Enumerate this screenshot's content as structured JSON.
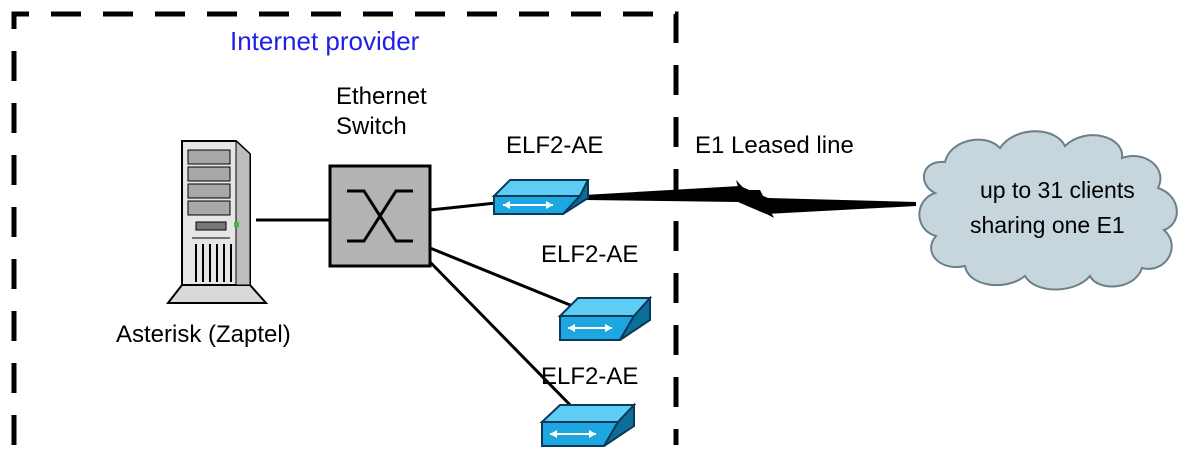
{
  "provider_label": "Internet provider",
  "switch_label_line1": "Ethernet",
  "switch_label_line2": "Switch",
  "server_label": "Asterisk (Zaptel)",
  "device_labels": [
    "ELF2-AE",
    "ELF2-AE",
    "ELF2-AE"
  ],
  "link_label": "E1 Leased line",
  "cloud_label_line1": "up to 31 clients",
  "cloud_label_line2": "sharing one E1",
  "colors": {
    "provider_text": "#1f1fe6",
    "device_blue": "#1ea6e0",
    "cloud_fill": "#c6d6dc",
    "switch_fill": "#b3b3b3",
    "boundary": "#000000"
  },
  "icons": [
    "server-icon",
    "ethernet-switch-icon",
    "elf2-ae-device-icon",
    "cloud-icon"
  ]
}
